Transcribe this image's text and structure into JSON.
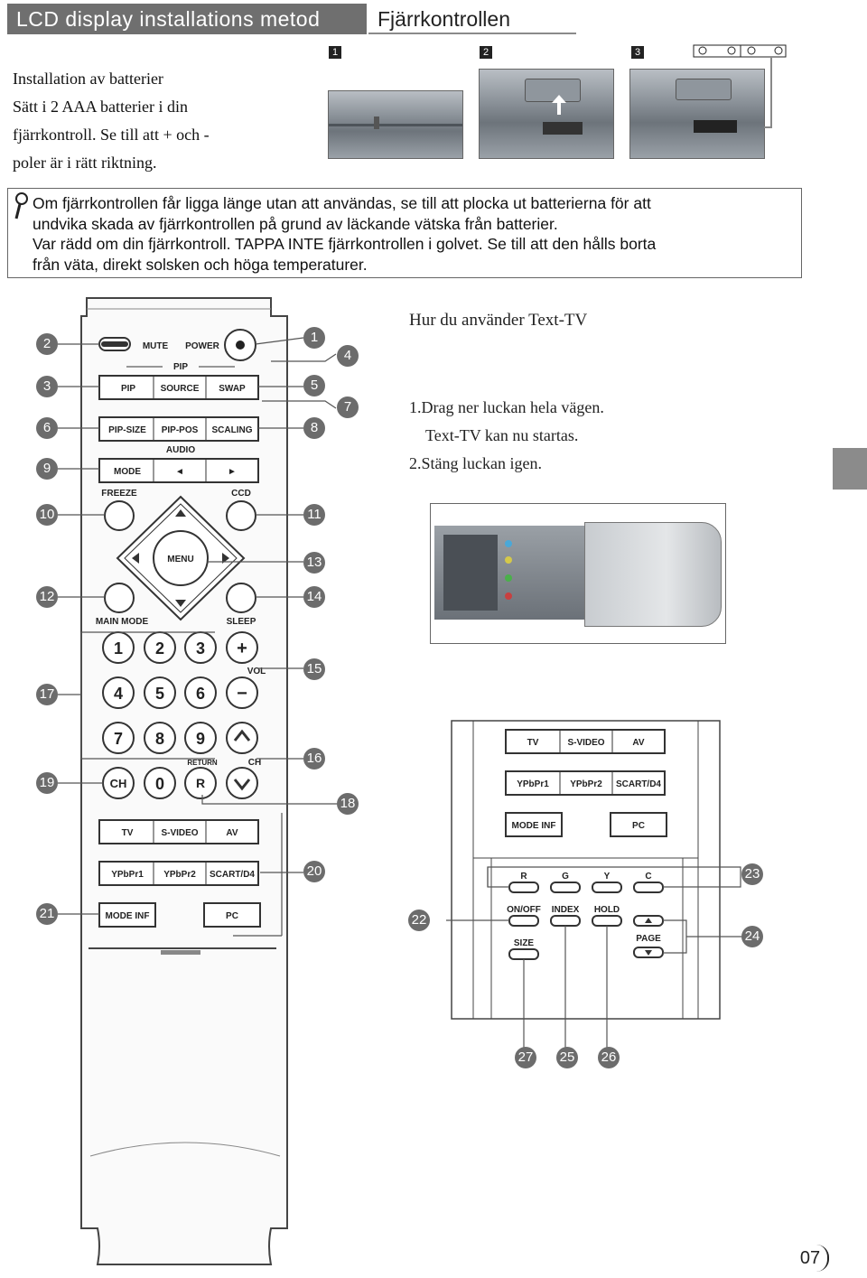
{
  "header": {
    "section_title": "LCD display installations metod",
    "page_title": "Fjärrkontrollen"
  },
  "battery": {
    "heading": "Installation av batterier",
    "lines": [
      "Sätt i 2 AAA batterier i din",
      "fjärrkontroll. Se till att + och -",
      "poler är i rätt riktning."
    ],
    "steps": [
      "1",
      "2",
      "3"
    ]
  },
  "note": {
    "icon": "magnifier-icon",
    "lines": [
      "Om fjärrkontrollen får ligga länge utan att användas, se till att plocka ut batterierna för att",
      "undvika skada av fjärrkontrollen på grund av läckande vätska från batterier.",
      "Var rädd om din fjärrkontroll. TAPPA INTE fjärrkontrollen i golvet. Se till att den hålls borta",
      "från väta, direkt solsken och höga temperaturer."
    ]
  },
  "remote": {
    "buttons": {
      "mute": "MUTE",
      "power": "POWER",
      "pip_group": "PIP",
      "pip": "PIP",
      "source": "SOURCE",
      "swap": "SWAP",
      "pip_size": "PIP-SIZE",
      "pip_pos": "PIP-POS",
      "scaling": "SCALING",
      "audio": "AUDIO",
      "mode": "MODE",
      "left": "◄",
      "right": "►",
      "freeze": "FREEZE",
      "ccd": "CCD",
      "menu": "MENU",
      "main_mode": "MAIN MODE",
      "sleep": "SLEEP",
      "n1": "1",
      "n2": "2",
      "n3": "3",
      "n4": "4",
      "n5": "5",
      "n6": "6",
      "n7": "7",
      "n8": "8",
      "n9": "9",
      "n0": "0",
      "plus": "+",
      "minus": "−",
      "vol": "VOL",
      "ch_lbl": "CH",
      "return": "RETURN",
      "ch": "CH",
      "r": "R",
      "tv": "TV",
      "svideo": "S-VIDEO",
      "av": "AV",
      "ypbpr1": "YPbPr1",
      "ypbpr2": "YPbPr2",
      "scart": "SCART/D4",
      "mode_inf": "MODE INF",
      "pc": "PC"
    },
    "callouts": [
      "1",
      "2",
      "3",
      "4",
      "5",
      "6",
      "7",
      "8",
      "9",
      "10",
      "11",
      "12",
      "13",
      "14",
      "15",
      "16",
      "17",
      "18",
      "19",
      "20",
      "21"
    ]
  },
  "teletext": {
    "title": "Hur du använder Text-TV",
    "steps": [
      "1.Drag ner luckan hela vägen.",
      "Text-TV kan nu startas.",
      "2.Stäng luckan igen."
    ]
  },
  "detail": {
    "buttons": {
      "tv": "TV",
      "svideo": "S-VIDEO",
      "av": "AV",
      "ypbpr1": "YPbPr1",
      "ypbpr2": "YPbPr2",
      "scart": "SCART/D4",
      "mode_inf": "MODE INF",
      "pc": "PC",
      "r": "R",
      "g": "G",
      "y": "Y",
      "c": "C",
      "onoff": "ON/OFF",
      "index": "INDEX",
      "hold": "HOLD",
      "page": "PAGE",
      "size": "SIZE"
    },
    "callouts": [
      "22",
      "23",
      "24",
      "25",
      "26",
      "27"
    ]
  },
  "footer": {
    "page_number": "07"
  }
}
